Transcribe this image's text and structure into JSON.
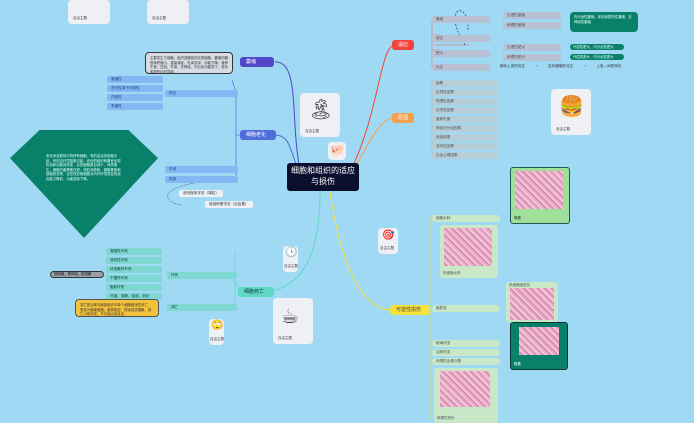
{
  "central_topic": "细胞和组织的适应与损伤",
  "free_topic_label": "自由主题",
  "branches": {
    "adaptation": {
      "label": "适应",
      "color": "#f2443c",
      "items": [
        {
          "label": "萎缩",
          "children": [
            "生理性萎缩",
            "病理性萎缩"
          ]
        },
        {
          "label": "增生",
          "children": []
        },
        {
          "label": "肥大",
          "children": [
            "生理性肥大",
            "病理性肥大"
          ]
        },
        {
          "label": "化生",
          "children": [
            "鳞状上皮的化生"
          ]
        }
      ],
      "atrophy_note": [
        "营养、压迫、失用失神经性萎缩等",
        "内分泌性萎缩、老化和损伤性萎缩、去神经性萎缩"
      ],
      "hypertrophy_notes": [
        "代偿性肥大、内分泌性肥大",
        "代偿性肥大、内分泌性肥大"
      ],
      "metaplasia_chain": [
        "鳞状上皮的化生",
        "柱状细胞的化生",
        "上皮—间质转化"
      ]
    },
    "causes": {
      "label": "原因",
      "color": "#f7a04b",
      "items": [
        "缺氧",
        "生物性因素",
        "物理性因素",
        "化学性因素",
        "营养失衡",
        "神经内分泌因素",
        "免疫因素",
        "遗传性因素",
        "社会心理因素"
      ]
    },
    "aging": {
      "label": "细胞老化",
      "color": "#4f6ddb",
      "feature_label": "特征",
      "features": [
        "普遍性",
        "进行性或不可逆性",
        "内因性",
        "有害性"
      ],
      "theory_label": "学说",
      "mechanism_label": "机制",
      "theories": [
        "遗传程序学说（端粒）",
        "错误积累学说（自由基）"
      ],
      "feature_note": "老化是随着年龄的增长，机体组织结构和功能逐渐衰退的过程，具有普遍性、进行性、内因性和有害性。",
      "gem_note": "老化涉及群体中的所有细胞，有的由遗传因素引起，有的由环境因素引起，老化的组织和器官出现形态和功能的改变，实质细胞数目减少，间质增生，细胞内脂褐素沉积，线粒体肿胀，细胞骨架和核膜改变等，这些改变使细胞对内外环境改变的适应能力降低，功能逐渐下降。"
    },
    "dark": {
      "label": "萎缩",
      "color": "#5048c8",
      "note": "主要发生于细胞、组织或器官的实质细胞，萎缩的器官体积缩小，重量减轻，色泽变深，功能下降；营养不良、压迫、失用、去神经、内分泌功能低下、老化和损伤均可导致。"
    },
    "death": {
      "label": "细胞死亡",
      "color": "#5fd8c6",
      "necrosis_label": "坏死",
      "necrosis_types": [
        "凝固性坏死",
        "液化性坏死",
        "纤维素样坏死",
        "干酪样坏死",
        "脂肪坏死",
        "坏疽、溶解、吸收、机化"
      ],
      "apoptosis_label": "凋亡",
      "necrosis_note": "核固缩、核碎裂、核溶解",
      "apoptosis_note": "凋亡是活体内局部组织中单个细胞程序性死亡，表现为胞膜皱缩、胞质致密、核染色质凝聚、凋亡小体形成，不引起炎症反应。"
    },
    "reversible": {
      "label": "可逆性损伤",
      "color": "#f5e23a",
      "items": [
        "细胞水肿",
        "脂肪变",
        "玻璃样变",
        "淀粉样变",
        "黏液样变",
        "病理性色素沉着",
        "病理性钙化"
      ],
      "image_captions": [
        "肝细胞脂肪变",
        "肝细胞水肿",
        "心肌脂肪变",
        "动脉粥样硬化"
      ],
      "summary_label": "概要"
    }
  }
}
